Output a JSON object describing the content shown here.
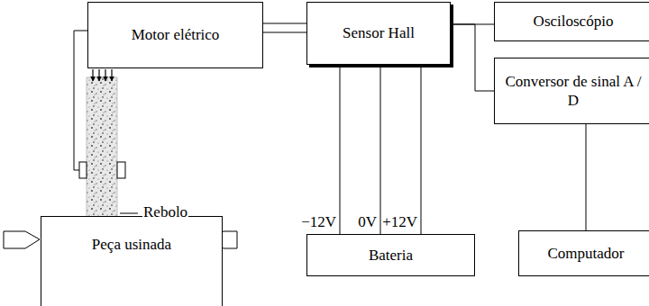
{
  "diagram": {
    "nodes": [
      {
        "text": [
          "Motor elétrico"
        ]
      },
      {
        "text": [
          "Sensor Hall"
        ]
      },
      {
        "text": [
          "Osciloscópio"
        ]
      },
      {
        "text": [
          "Conversor de sinal A / D"
        ]
      },
      {
        "text": [
          "Peça usinada"
        ]
      },
      {
        "text": [
          "Bateria"
        ]
      },
      {
        "text": [
          "Computador"
        ]
      }
    ],
    "edges": [
      {
        "from": 0,
        "to": 1,
        "arrow": "none"
      },
      {
        "from": 1,
        "to": 2,
        "arrow": "none"
      },
      {
        "from": 1,
        "to": 3,
        "arrow": "none"
      },
      {
        "from": 1,
        "to": 5,
        "label": "−12V",
        "arrow": "none"
      },
      {
        "from": 1,
        "to": 5,
        "label": "0V",
        "arrow": "none"
      },
      {
        "from": 1,
        "to": 5,
        "label": "+12V",
        "arrow": "none"
      },
      {
        "from": 3,
        "to": 6,
        "arrow": "none"
      }
    ],
    "labels": [
      "Rebolo"
    ]
  }
}
